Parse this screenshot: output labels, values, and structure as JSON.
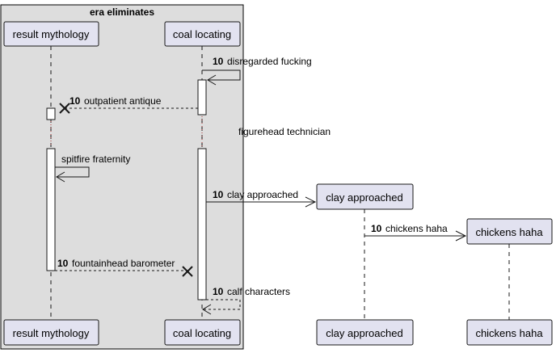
{
  "diagram": {
    "group_title": "era eliminates",
    "participants": {
      "p1": "result mythology",
      "p2": "coal locating",
      "p3": "clay approached",
      "p4": "chickens haha"
    },
    "messages": {
      "m1": {
        "num": "10",
        "text": "disregarded fucking"
      },
      "m2": {
        "num": "10",
        "text": "outpatient antique"
      },
      "divider": "figurehead technician",
      "m3": {
        "text": "spitfire fraternity"
      },
      "m4": {
        "num": "10",
        "text": "clay approached"
      },
      "m5": {
        "num": "10",
        "text": "chickens haha"
      },
      "m6": {
        "num": "10",
        "text": "fountainhead barometer"
      },
      "m7": {
        "num": "10",
        "text": "calf characters"
      }
    },
    "colors": {
      "group_fill": "#dddddd",
      "participant_fill": "#e2e2f0",
      "participant_border": "#181818",
      "line": "#181818"
    }
  }
}
